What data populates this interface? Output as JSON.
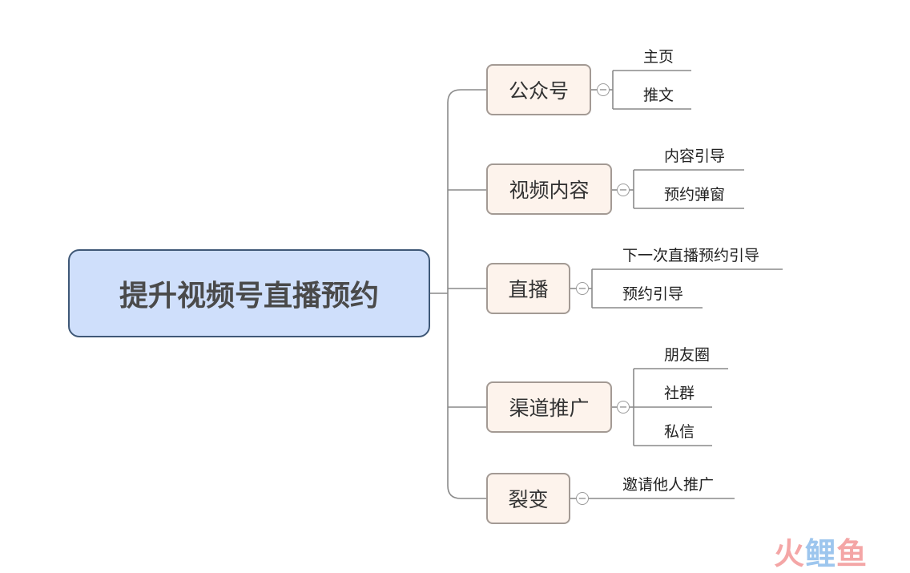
{
  "root": {
    "label": "提升视频号直播预约"
  },
  "branches": [
    {
      "label": "公众号",
      "toggle": "−",
      "children": [
        "主页",
        "推文"
      ]
    },
    {
      "label": "视频内容",
      "toggle": "−",
      "children": [
        "内容引导",
        "预约弹窗"
      ]
    },
    {
      "label": "直播",
      "toggle": "−",
      "children": [
        "下一次直播预约引导",
        "预约引导"
      ]
    },
    {
      "label": "渠道推广",
      "toggle": "−",
      "children": [
        "朋友圈",
        "社群",
        "私信"
      ]
    },
    {
      "label": "裂变",
      "toggle": "−",
      "children": [
        "邀请他人推广"
      ]
    }
  ],
  "watermark": {
    "part1": "火",
    "part2": "鲤",
    "part3": "鱼"
  },
  "colors": {
    "root_fill": "#cfdffb",
    "root_border": "#3f5877",
    "node_fill": "#fdf3ec",
    "line": "#8a8a8a"
  }
}
